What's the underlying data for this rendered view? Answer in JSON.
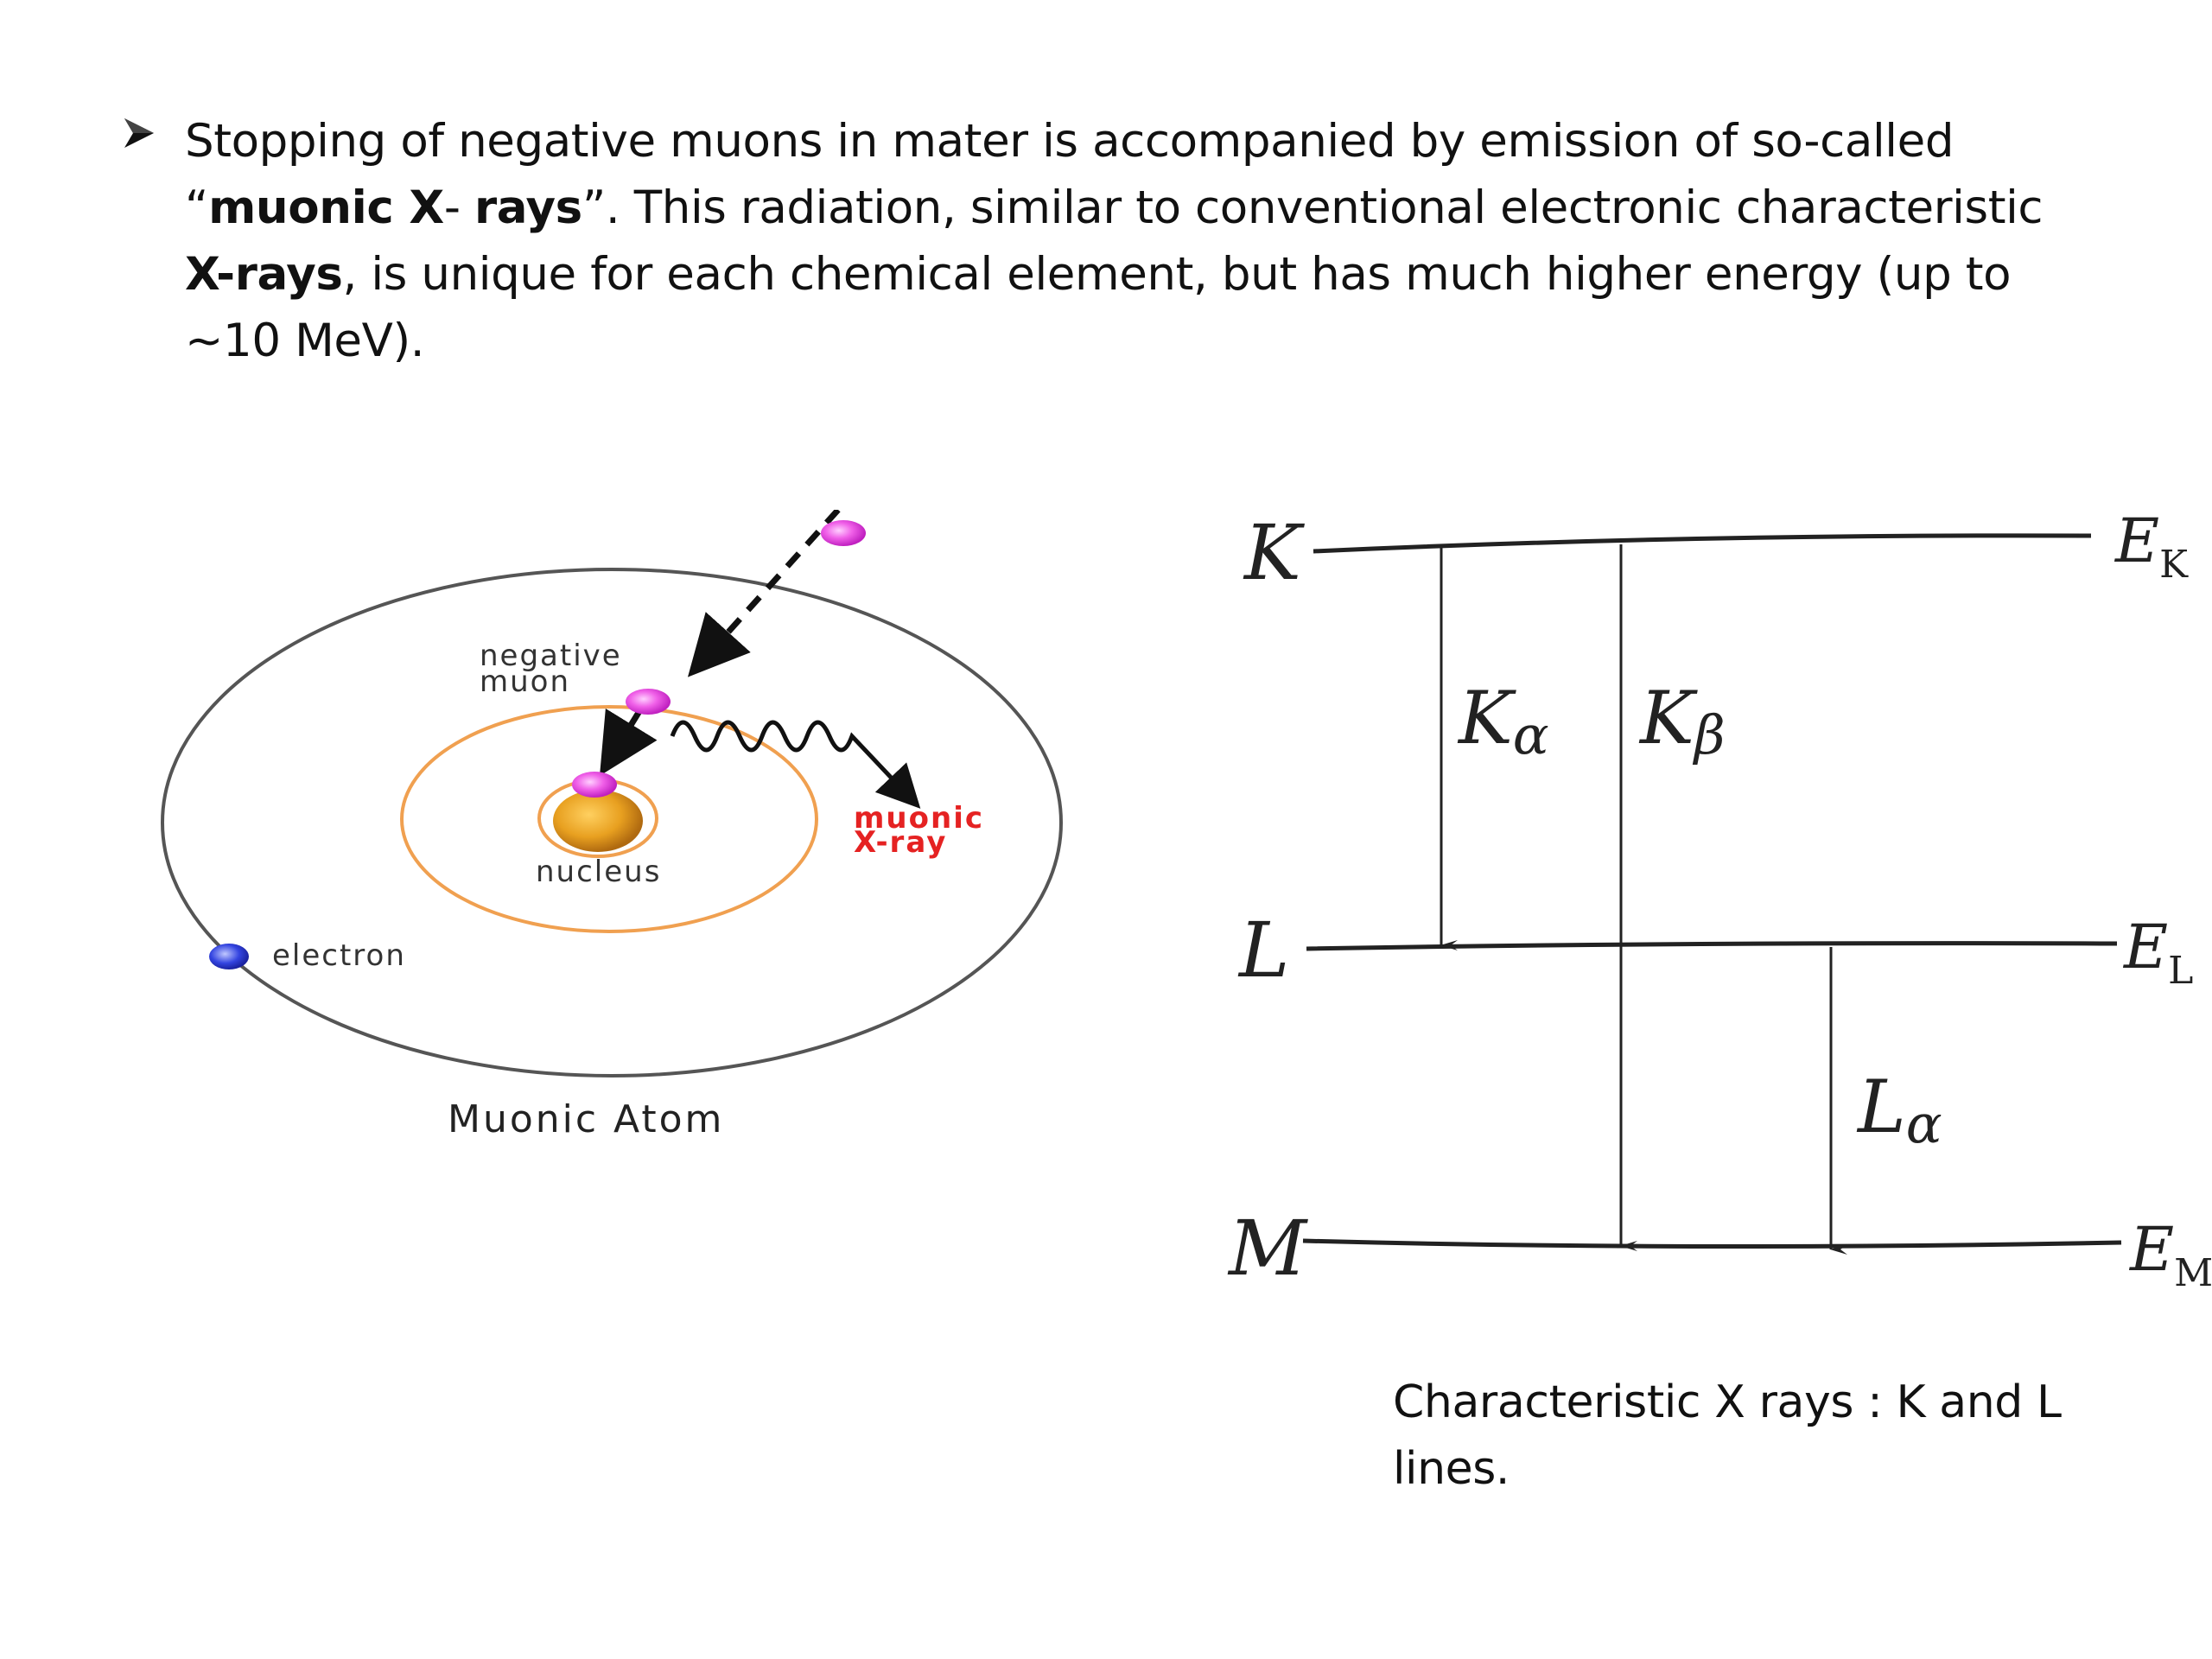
{
  "bullet": {
    "icon": "right-arrow-bullet-icon",
    "text_1": "Stopping of negative muons in mater is accompanied by emission of so-called “",
    "bold_1": "muonic X",
    "text_2": "- ",
    "bold_2": "rays",
    "text_3": "”. This radiation, similar to conventional electronic characteristic ",
    "bold_3": "X-rays",
    "text_4": ", is unique for each chemical element, but has much higher energy (up to ~10 MeV)."
  },
  "atom_diagram": {
    "negative_muon_line1": "negative",
    "negative_muon_line2": "muon",
    "nucleus": "nucleus",
    "electron": "electron",
    "muonic_xray_line1": "muonic",
    "muonic_xray_line2": "X-ray",
    "title": "Muonic Atom",
    "colors": {
      "muon": "#e83ee0",
      "nucleus": "#e8a020",
      "orbit": "#f0a050",
      "electron": "#3344e0",
      "xray_label": "#e52222"
    }
  },
  "xray_diagram": {
    "levels": [
      {
        "letter": "K",
        "energy": "E",
        "energy_sub": "K"
      },
      {
        "letter": "L",
        "energy": "E",
        "energy_sub": "L"
      },
      {
        "letter": "M",
        "energy": "E",
        "energy_sub": "M"
      }
    ],
    "transitions": [
      {
        "letter": "K",
        "sub": "α"
      },
      {
        "letter": "K",
        "sub": "β"
      },
      {
        "letter": "L",
        "sub": "α"
      }
    ]
  },
  "caption": "Characteristic X rays : K and L lines."
}
